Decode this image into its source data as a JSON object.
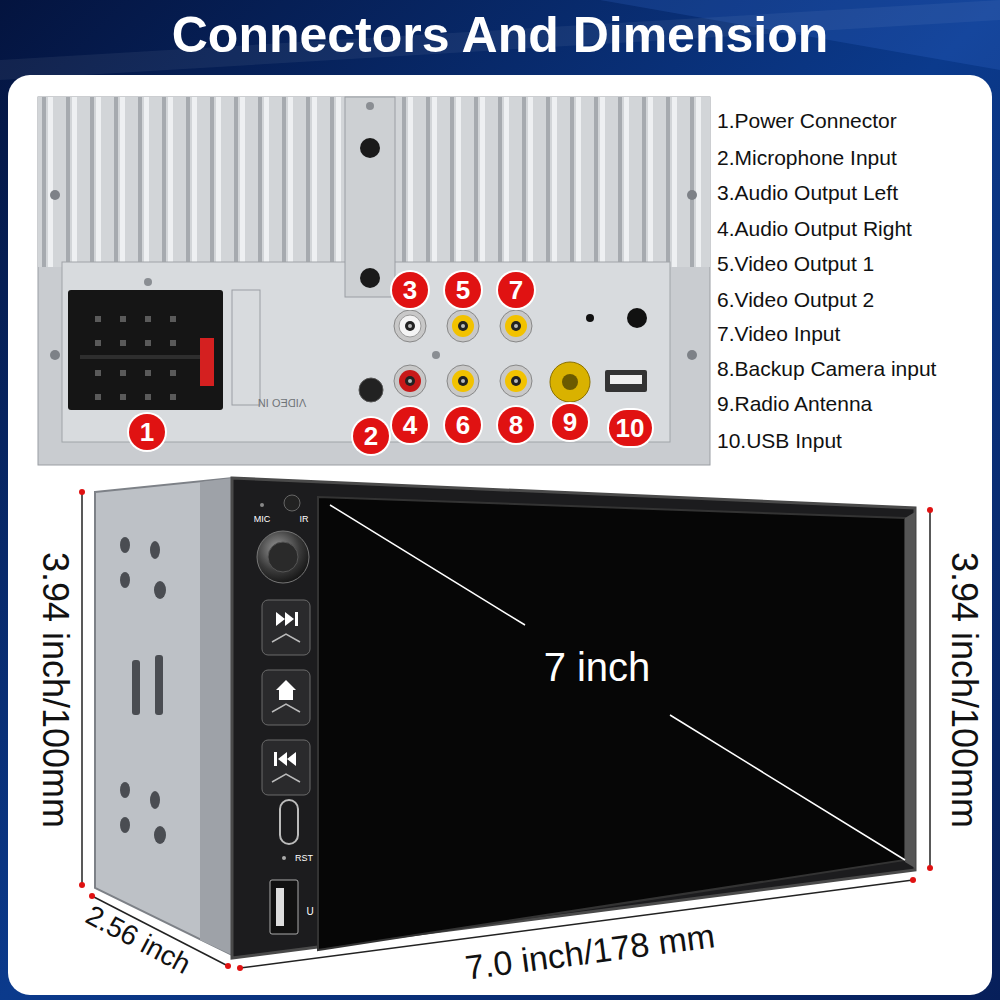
{
  "diagram": {
    "title": "Connectors And Dimension",
    "nodes": [
      {
        "text": [
          "1"
        ]
      },
      {
        "text": [
          "2"
        ]
      },
      {
        "text": [
          "3"
        ]
      },
      {
        "text": [
          "4"
        ]
      },
      {
        "text": [
          "5"
        ]
      },
      {
        "text": [
          "6"
        ]
      },
      {
        "text": [
          "7"
        ]
      },
      {
        "text": [
          "8"
        ]
      },
      {
        "text": [
          "9"
        ]
      },
      {
        "text": [
          "10"
        ]
      }
    ],
    "labels": [
      "1.Power Connector",
      "2.Microphone Input",
      "3.Audio Output Left",
      "4.Audio Output Right",
      "5.Video Output 1",
      "6.Video Output 2",
      "7.Video Input",
      "8.Backup Camera input",
      "9.Radio Antenna",
      "10.USB Input",
      "VIDEO IN",
      "MIC",
      "IR",
      "7 inch",
      "RST",
      "U",
      "3.94 inch/100mm",
      "3.94 inch/100mm",
      "2.56 inch",
      "7.0 inch/178 mm"
    ]
  }
}
